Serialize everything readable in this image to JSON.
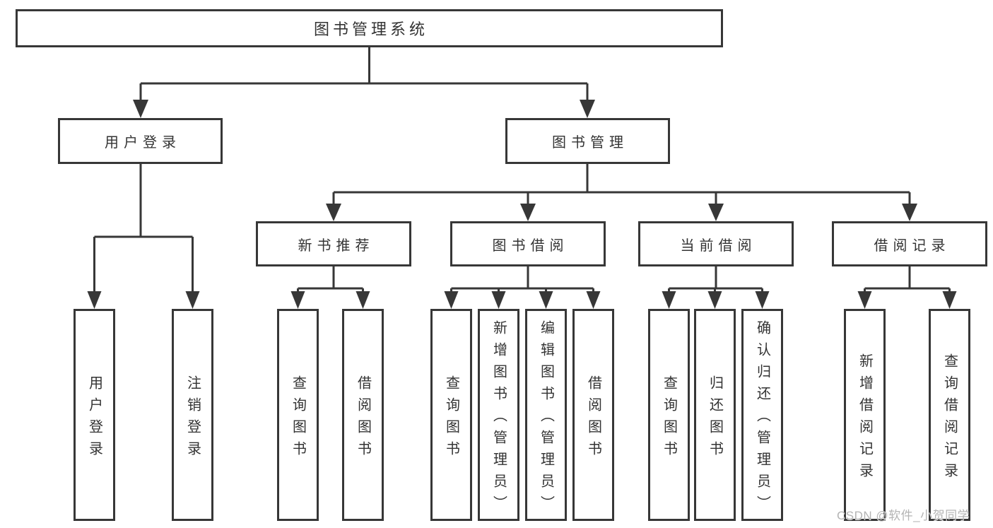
{
  "tree": {
    "label": "图书管理系统",
    "children": [
      {
        "label": "用户登录",
        "children": [
          {
            "label": "用户登录"
          },
          {
            "label": "注销登录"
          }
        ]
      },
      {
        "label": "图书管理",
        "children": [
          {
            "label": "新书推荐",
            "children": [
              {
                "label": "查询图书"
              },
              {
                "label": "借阅图书"
              }
            ]
          },
          {
            "label": "图书借阅",
            "children": [
              {
                "label": "查询图书"
              },
              {
                "label": "新增图书（管理员）"
              },
              {
                "label": "编辑图书（管理员）"
              },
              {
                "label": "借阅图书"
              }
            ]
          },
          {
            "label": "当前借阅",
            "children": [
              {
                "label": "查询图书"
              },
              {
                "label": "归还图书"
              },
              {
                "label": "确认归还（管理员）"
              }
            ]
          },
          {
            "label": "借阅记录",
            "children": [
              {
                "label": "新增借阅记录"
              },
              {
                "label": "查询借阅记录"
              }
            ]
          }
        ]
      }
    ]
  },
  "watermark": "CSDN @软件_小贺同学",
  "colors": {
    "line": "#373737",
    "text": "#333333",
    "box_background": "#ffffff",
    "watermark": "#b4b4b4",
    "background": "#ffffff"
  }
}
